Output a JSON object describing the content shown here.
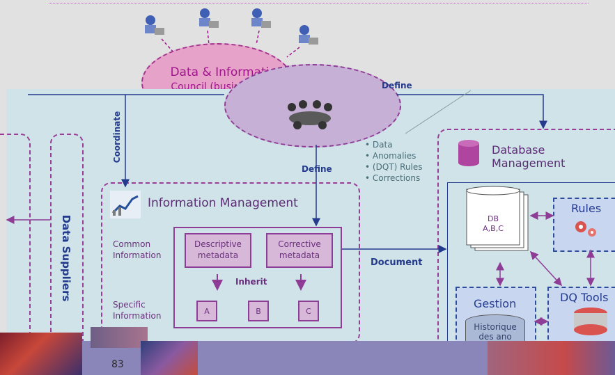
{
  "council": {
    "title": "Data & Information",
    "subtitle": "Council (business + IT)"
  },
  "flows": {
    "coordinate": "Coordinate",
    "define_top": "Define",
    "define_mid": "Define",
    "document": "Document"
  },
  "bullets": [
    "Data",
    "Anomalies",
    "(DQT) Rules",
    "Corrections"
  ],
  "info_mgmt": {
    "title": "Information Management",
    "common_line1": "Common",
    "common_line2": "Information",
    "specific_line1": "Specific",
    "specific_line2": "Information",
    "descriptive_line1": "Descriptive",
    "descriptive_line2": "metadata",
    "corrective_line1": "Corrective",
    "corrective_line2": "metadata",
    "inherit": "Inherit",
    "items": [
      "A",
      "B",
      "C"
    ]
  },
  "data_suppliers": "Data Suppliers",
  "db_mgmt": {
    "title_line1": "Database",
    "title_line2": "Management",
    "db_line1": "DB",
    "db_line2": "A,B,C",
    "rules": "Rules",
    "gestion": "Gestion",
    "historique_line1": "Historique",
    "historique_line2": "des ano",
    "dq_tools": "DQ Tools",
    "partial_text": "des ano"
  },
  "footer": {
    "page_number": "83"
  },
  "colors": {
    "panel": "#cfe3e8",
    "council": "#e6a2c8",
    "accent_purple": "#a0148e",
    "arrow_blue": "#243b8d",
    "footer_bar": "#8a86b9"
  }
}
